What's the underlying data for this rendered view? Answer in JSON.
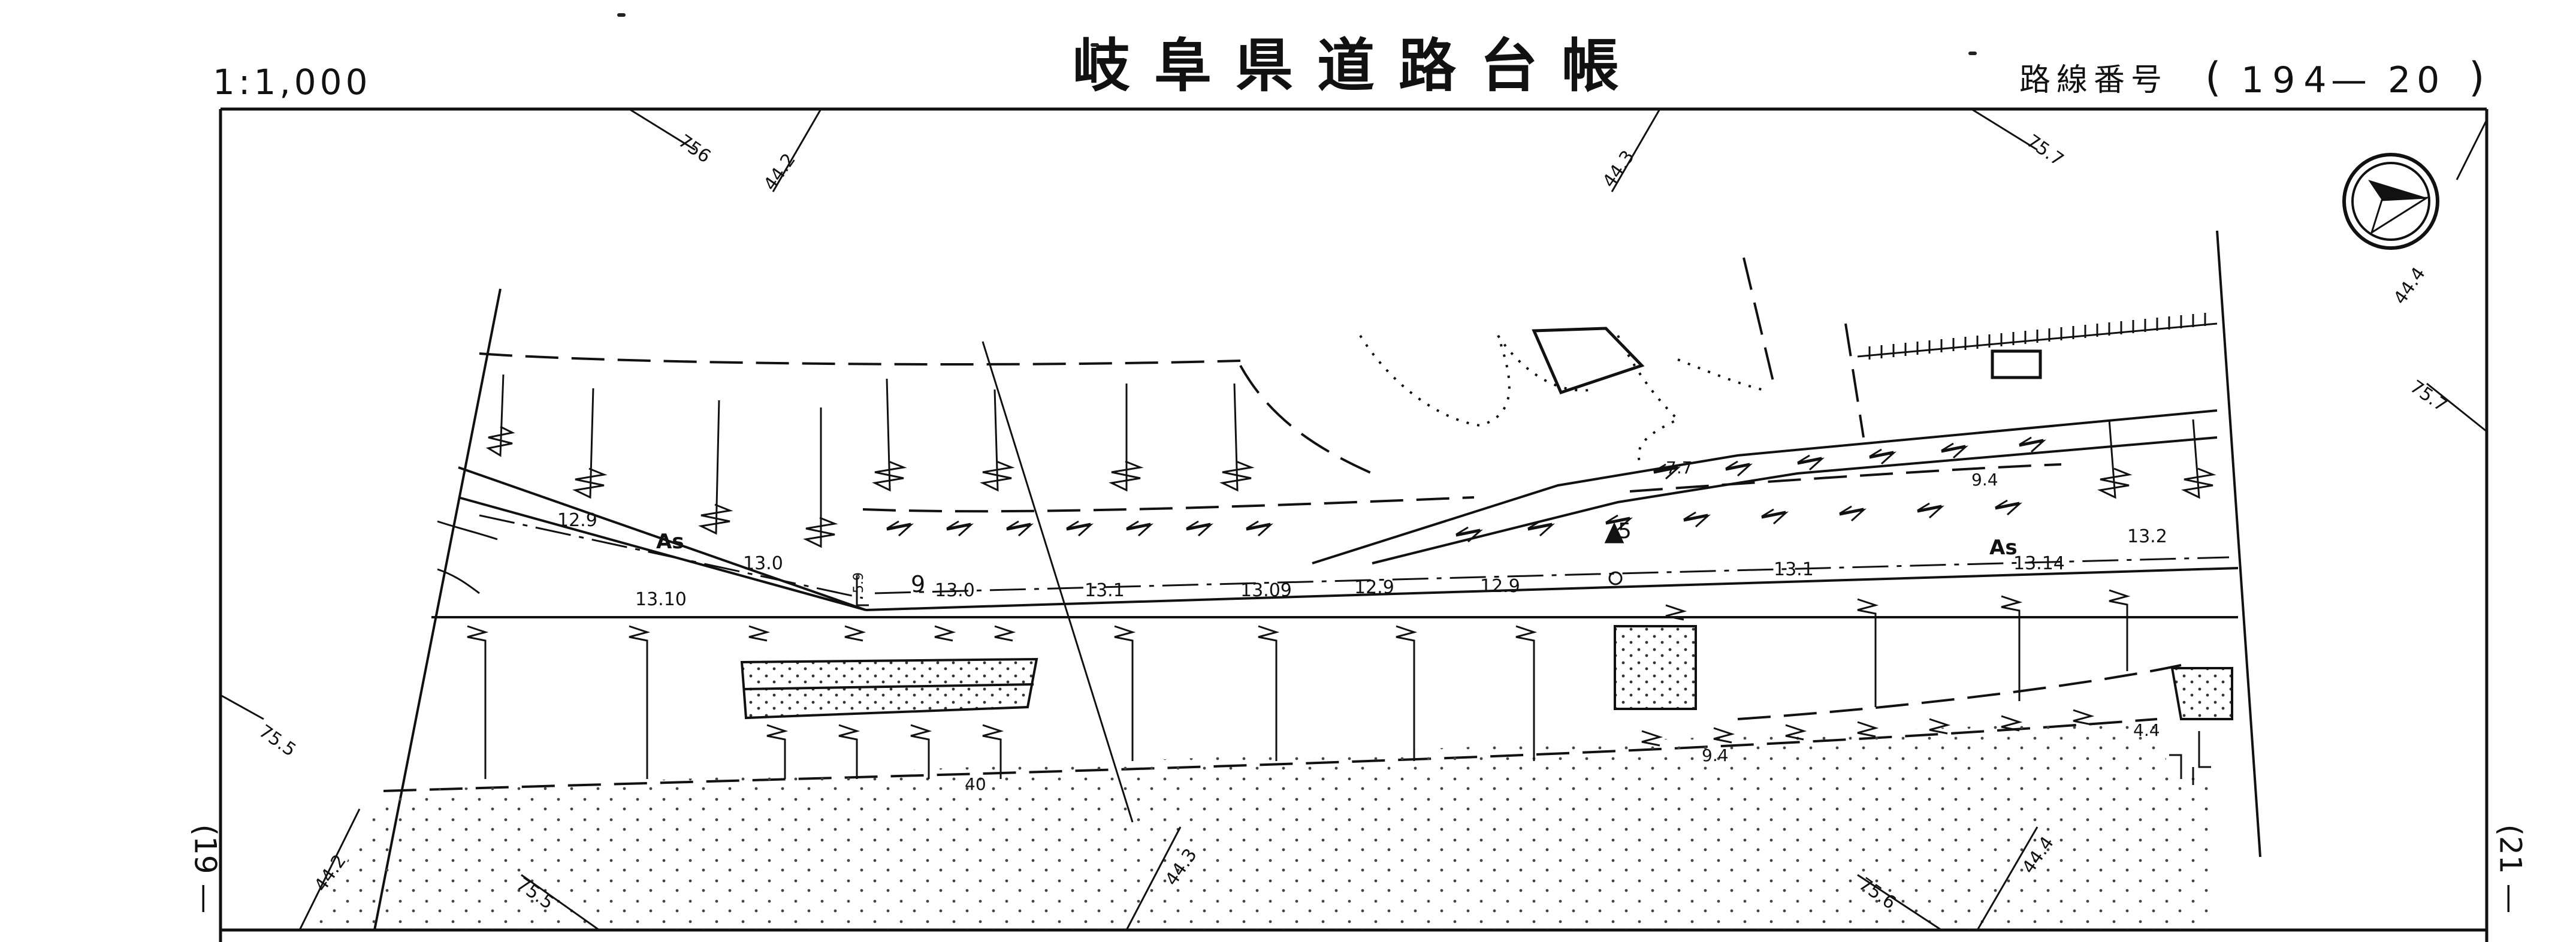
{
  "header": {
    "scale": "1:1,000",
    "title": "岐阜県道路台帳",
    "route_label": "路線番号",
    "route_open": "(",
    "route_number": "194",
    "route_separator": "—",
    "route_sub": "20",
    "route_close": ")"
  },
  "sheet_links": {
    "left": "(19 —",
    "right": "(21 —"
  },
  "road": {
    "pavement": "As",
    "pavement_right": "As"
  },
  "elevations": {
    "e1": "12.9",
    "e2": "13.0",
    "e3": "13.10",
    "e4": "13.0",
    "e5": "13.1",
    "e6": "13.09",
    "e7": "12.9",
    "e8": "12.9",
    "e9": "13.1",
    "e10": "13.2",
    "e11": "13.14",
    "e12": "7.7",
    "e13": "9.4",
    "e14": "9.4",
    "e15": "4.4",
    "e16": "40"
  },
  "features": {
    "width_mark": "5.9",
    "km_marker": "9",
    "point_5": "5"
  },
  "grid_ticks": {
    "t1": "756",
    "t2": "44.2",
    "t3": "44.3",
    "t4": "75.7",
    "t5": "44.4",
    "t6": "75.7",
    "t7": "75.5",
    "t8": "44.2",
    "t9": "75.5",
    "t10": "44.3",
    "t11": "75.6",
    "t12": "44.4"
  }
}
